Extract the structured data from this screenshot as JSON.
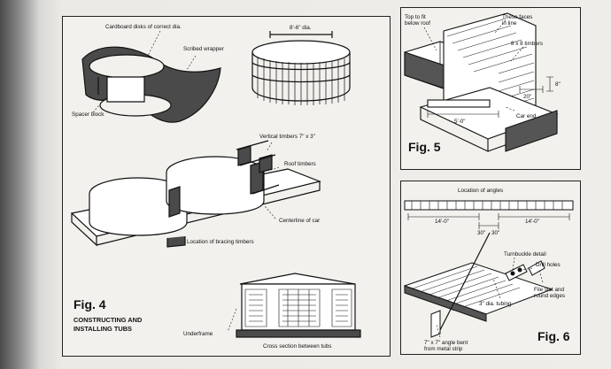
{
  "fig4": {
    "number": "Fig. 4",
    "caption_line1": "CONSTRUCTING AND",
    "caption_line2": "INSTALLING TUBS",
    "labels": {
      "cardboard": "Cardboard disks of correct dia.",
      "scribed": "Scribed wrapper",
      "spacer": "Spacer block",
      "diameter": "8'-6\" dia.",
      "vertical": "Vertical timbers 7\" x 3\"",
      "roof": "Roof timbers",
      "centerline": "Centerline of car",
      "bracing": "Location of bracing timbers",
      "underframe": "Underframe",
      "cross_section": "Cross section between tubs"
    }
  },
  "fig5": {
    "number": "Fig. 5",
    "labels": {
      "top_line1": "Top to fit",
      "top_line2": "below roof",
      "faces_line1": "These faces",
      "faces_line2": "in line",
      "timbers": "8 x 8 timbers",
      "dim20": "20\"",
      "dim8": "8\"",
      "dim50": "5'-0\"",
      "car_end": "Car end"
    }
  },
  "fig6": {
    "number": "Fig. 6",
    "labels": {
      "angles": "Location of angles",
      "dim14a": "14'-0\"",
      "dim14b": "14'-0\"",
      "dim30a": "30\"",
      "dim30b": "30\"",
      "turnbuckle": "Turnbuckle detail",
      "drill": "Drill holes",
      "tubing": "3\" dia. tubing",
      "file_line1": "File slot and",
      "file_line2": "round edges",
      "angle_line1": "7\" x 7\" angle bent",
      "angle_line2": "from metal strip"
    }
  }
}
